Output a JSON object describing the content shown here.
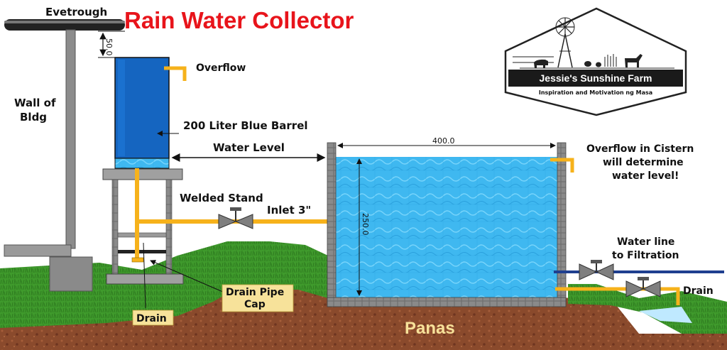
{
  "title": "Rain Water Collector",
  "labels": {
    "evetrough": "Evetrough",
    "wall_line1": "Wall of",
    "wall_line2": "Bldg",
    "overflow": "Overflow",
    "barrel": "200 Liter Blue Barrel",
    "water_level": "Water Level",
    "welded_stand": "Welded Stand",
    "inlet": "Inlet 3\"",
    "drain_left": "Drain",
    "drain_pipe_cap_line1": "Drain Pipe",
    "drain_pipe_cap_line2": "Cap",
    "panas": "Panas",
    "cistern_note_line1": "Overflow in Cistern",
    "cistern_note_line2": "will determine",
    "cistern_note_line3": "water level!",
    "water_line_line1": "Water line",
    "water_line_line2": "to Filtration",
    "drain_right": "Drain"
  },
  "dimensions": {
    "gap": "50.0",
    "cistern_width": "400.0",
    "cistern_height": "250.0"
  },
  "logo": {
    "name": "Jessie's Sunshine Farm",
    "tagline": "Inspiration and Motivation ng Masa"
  },
  "colors": {
    "title": "#e8141b",
    "barrel": "#1565c0",
    "pipe": "#f6b21b",
    "water": "#4fc3f7",
    "grass": "#3f9a2c",
    "soil": "#8a4a2c",
    "note_bg": "#f7e29a",
    "filtration_line": "#1f3f8f"
  }
}
